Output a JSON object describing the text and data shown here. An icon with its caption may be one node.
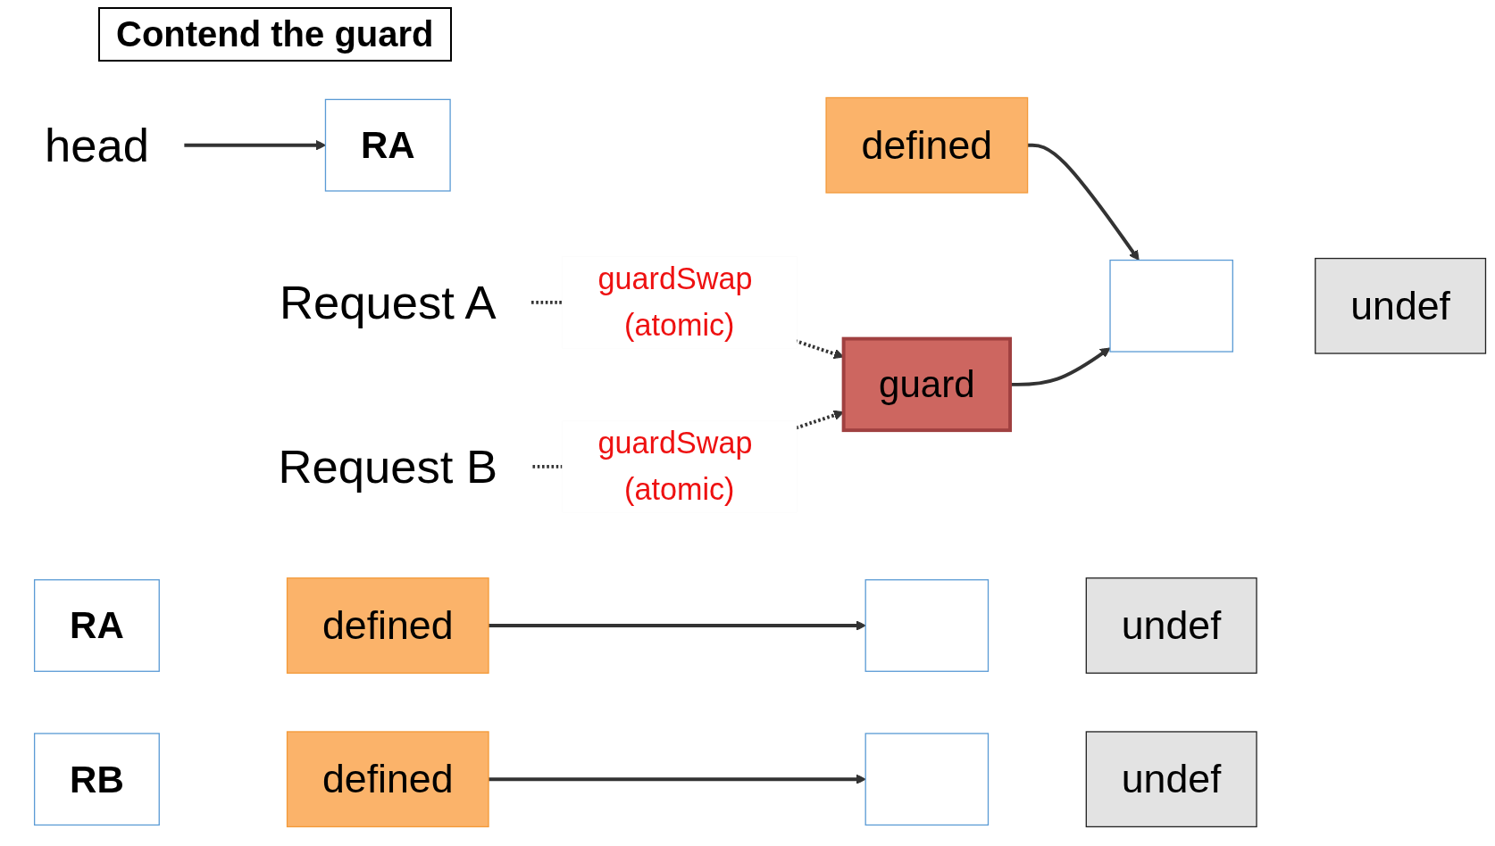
{
  "diagram": {
    "title": "Contend the guard",
    "nodes": [
      {
        "text": [
          "head"
        ]
      },
      {
        "text": [
          "RA"
        ]
      },
      {
        "text": [
          "defined"
        ]
      },
      {
        "text": [],
        "shape": "box"
      },
      {
        "text": [
          "undef"
        ]
      },
      {
        "text": [
          "guard"
        ]
      },
      {
        "text": [
          "Request A"
        ]
      },
      {
        "text": [
          "RA"
        ]
      },
      {
        "text": [
          "defined"
        ]
      },
      {
        "text": [],
        "shape": "box"
      },
      {
        "text": [
          "undef"
        ]
      },
      {
        "text": [
          "RB"
        ]
      },
      {
        "text": [
          "defined"
        ]
      },
      {
        "text": [],
        "shape": "box"
      },
      {
        "text": [
          "undef"
        ]
      },
      {
        "text": [
          "Request B"
        ]
      }
    ],
    "edges": [
      {
        "from": 0,
        "to": 1,
        "arrow": "to"
      },
      {
        "from": 2,
        "to": 3,
        "arrow": "to"
      },
      {
        "from": 5,
        "to": 3,
        "arrow": "to"
      },
      {
        "from": 6,
        "to": 5,
        "arrow": "to",
        "style": "dashed",
        "label": "guardSwap (atomic)"
      },
      {
        "from": 15,
        "to": 5,
        "arrow": "to",
        "style": "dashed",
        "label": "guardSwap (atomic)"
      },
      {
        "from": 8,
        "to": 9,
        "arrow": "to"
      },
      {
        "from": 12,
        "to": 13,
        "arrow": "to"
      }
    ]
  }
}
